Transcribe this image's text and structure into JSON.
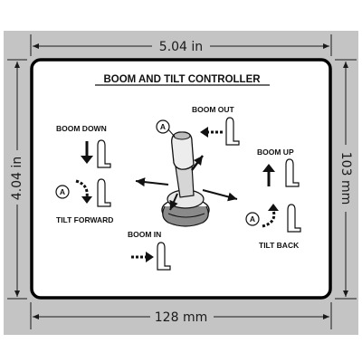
{
  "decal": {
    "title": "BOOM AND TILT CONTROLLER",
    "labels": {
      "boom_down": "BOOM DOWN",
      "tilt_forward": "TILT FORWARD",
      "boom_out": "BOOM OUT",
      "boom_up": "BOOM UP",
      "tilt_back": "TILT BACK",
      "boom_in": "BOOM IN"
    },
    "marker": "A"
  },
  "dimensions": {
    "width_in": "5.04 in",
    "height_in": "4.04 in",
    "width_mm": "128 mm",
    "height_mm": "103 mm"
  },
  "colors": {
    "panel_gray": "#c4c4c4",
    "decal_bg": "#ffffff",
    "ink": "#111111"
  }
}
